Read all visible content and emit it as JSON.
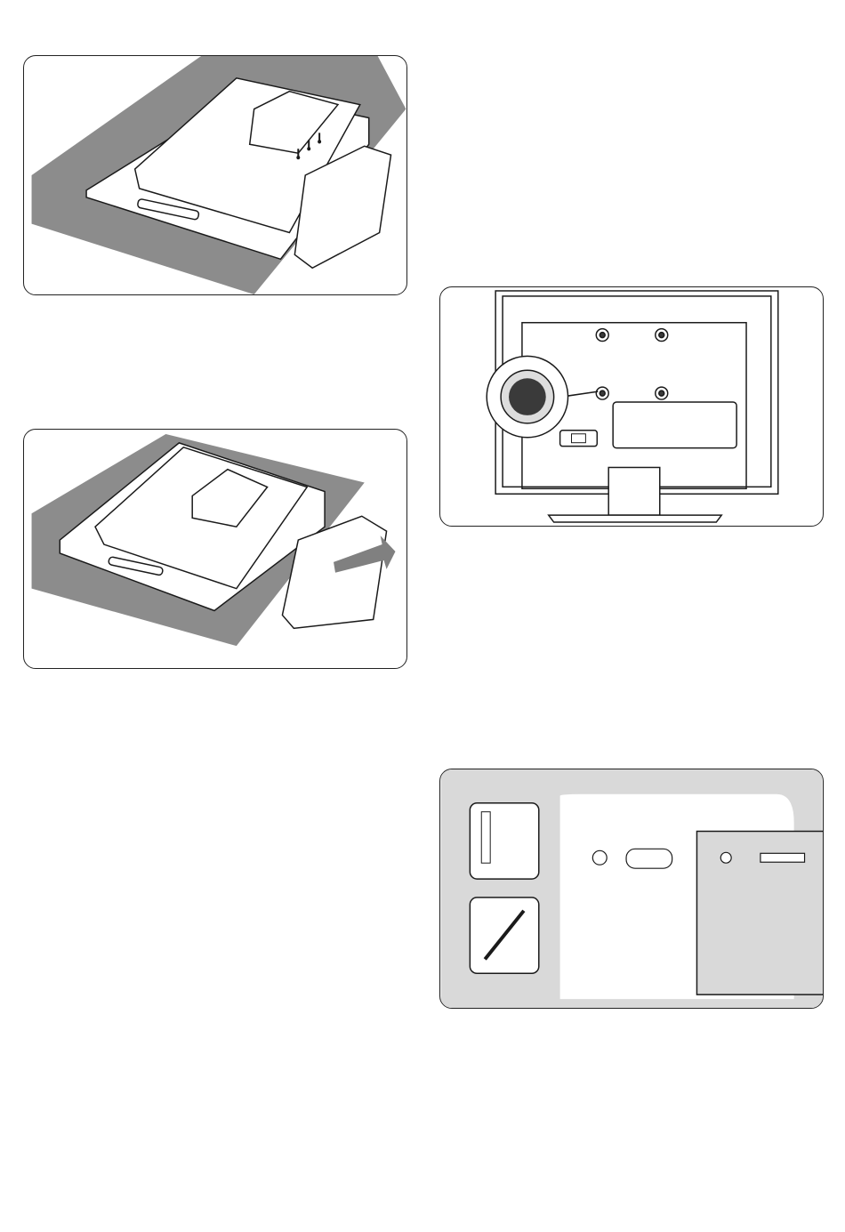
{
  "figures": [
    {
      "id": "fig1",
      "depicts": "tv-laid-face-down-stand-screws"
    },
    {
      "id": "fig2",
      "depicts": "stand-removed-from-tv"
    },
    {
      "id": "fig3",
      "depicts": "tv-rear-wall-mount-holes"
    },
    {
      "id": "fig4",
      "depicts": "spacer-bolt-wall-bracket-assembly"
    }
  ],
  "icons": [
    "screwdriver-icon",
    "arrow-icon",
    "mount-hole-magnifier-icon",
    "power-socket-icon",
    "spacer-bolt-icon",
    "wrench-icon"
  ],
  "colors": {
    "surface": "#8c8c8c",
    "line": "#1a1a1a",
    "panel_bg": "#ffffff",
    "grey_bg": "#d9d9d9",
    "arrow": "#808080",
    "hole": "#3a3a3a"
  }
}
